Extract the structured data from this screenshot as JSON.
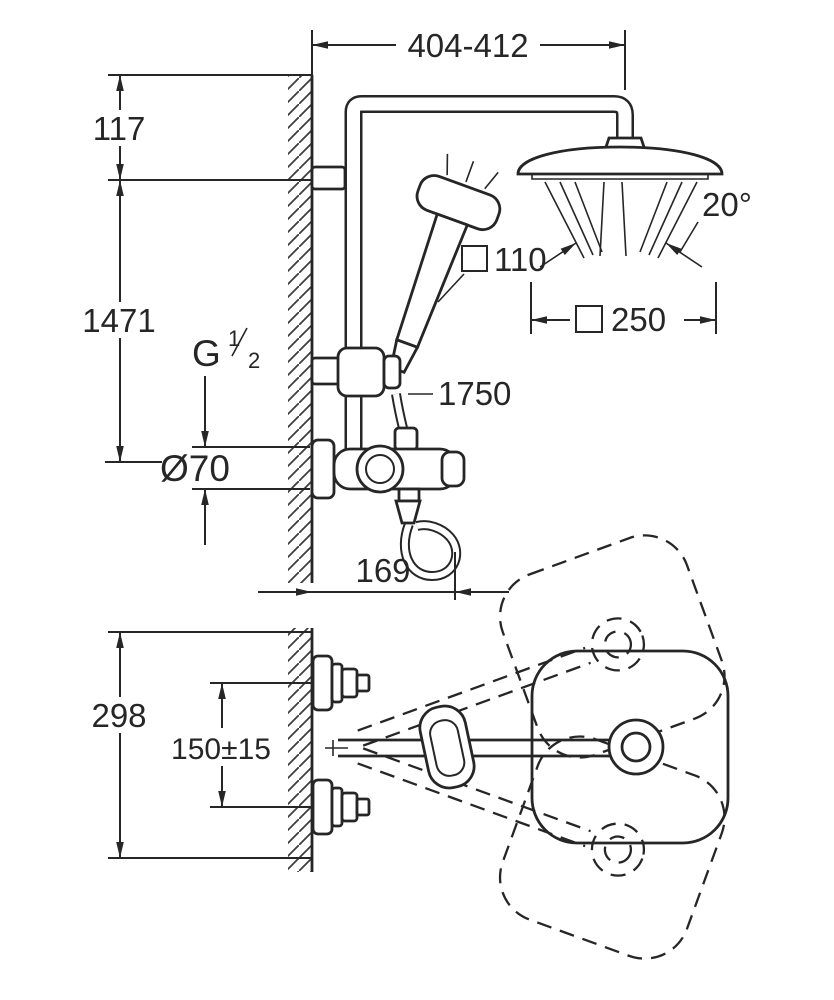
{
  "drawing": {
    "colors": {
      "line": "#262626",
      "background": "#ffffff"
    },
    "dims": {
      "top_width": "404-412",
      "offset_top": "117",
      "height": "1471",
      "thread_letter": "G",
      "thread_numerator": "1",
      "thread_denominator": "2",
      "escutcheon_diameter": "Ø70",
      "hand_shower_face": "110",
      "head_face": "250",
      "hose_length": "1750",
      "spray_angle": "20°",
      "wall_offset": "169",
      "body_span": "298",
      "center_spacing": "150±15"
    }
  }
}
